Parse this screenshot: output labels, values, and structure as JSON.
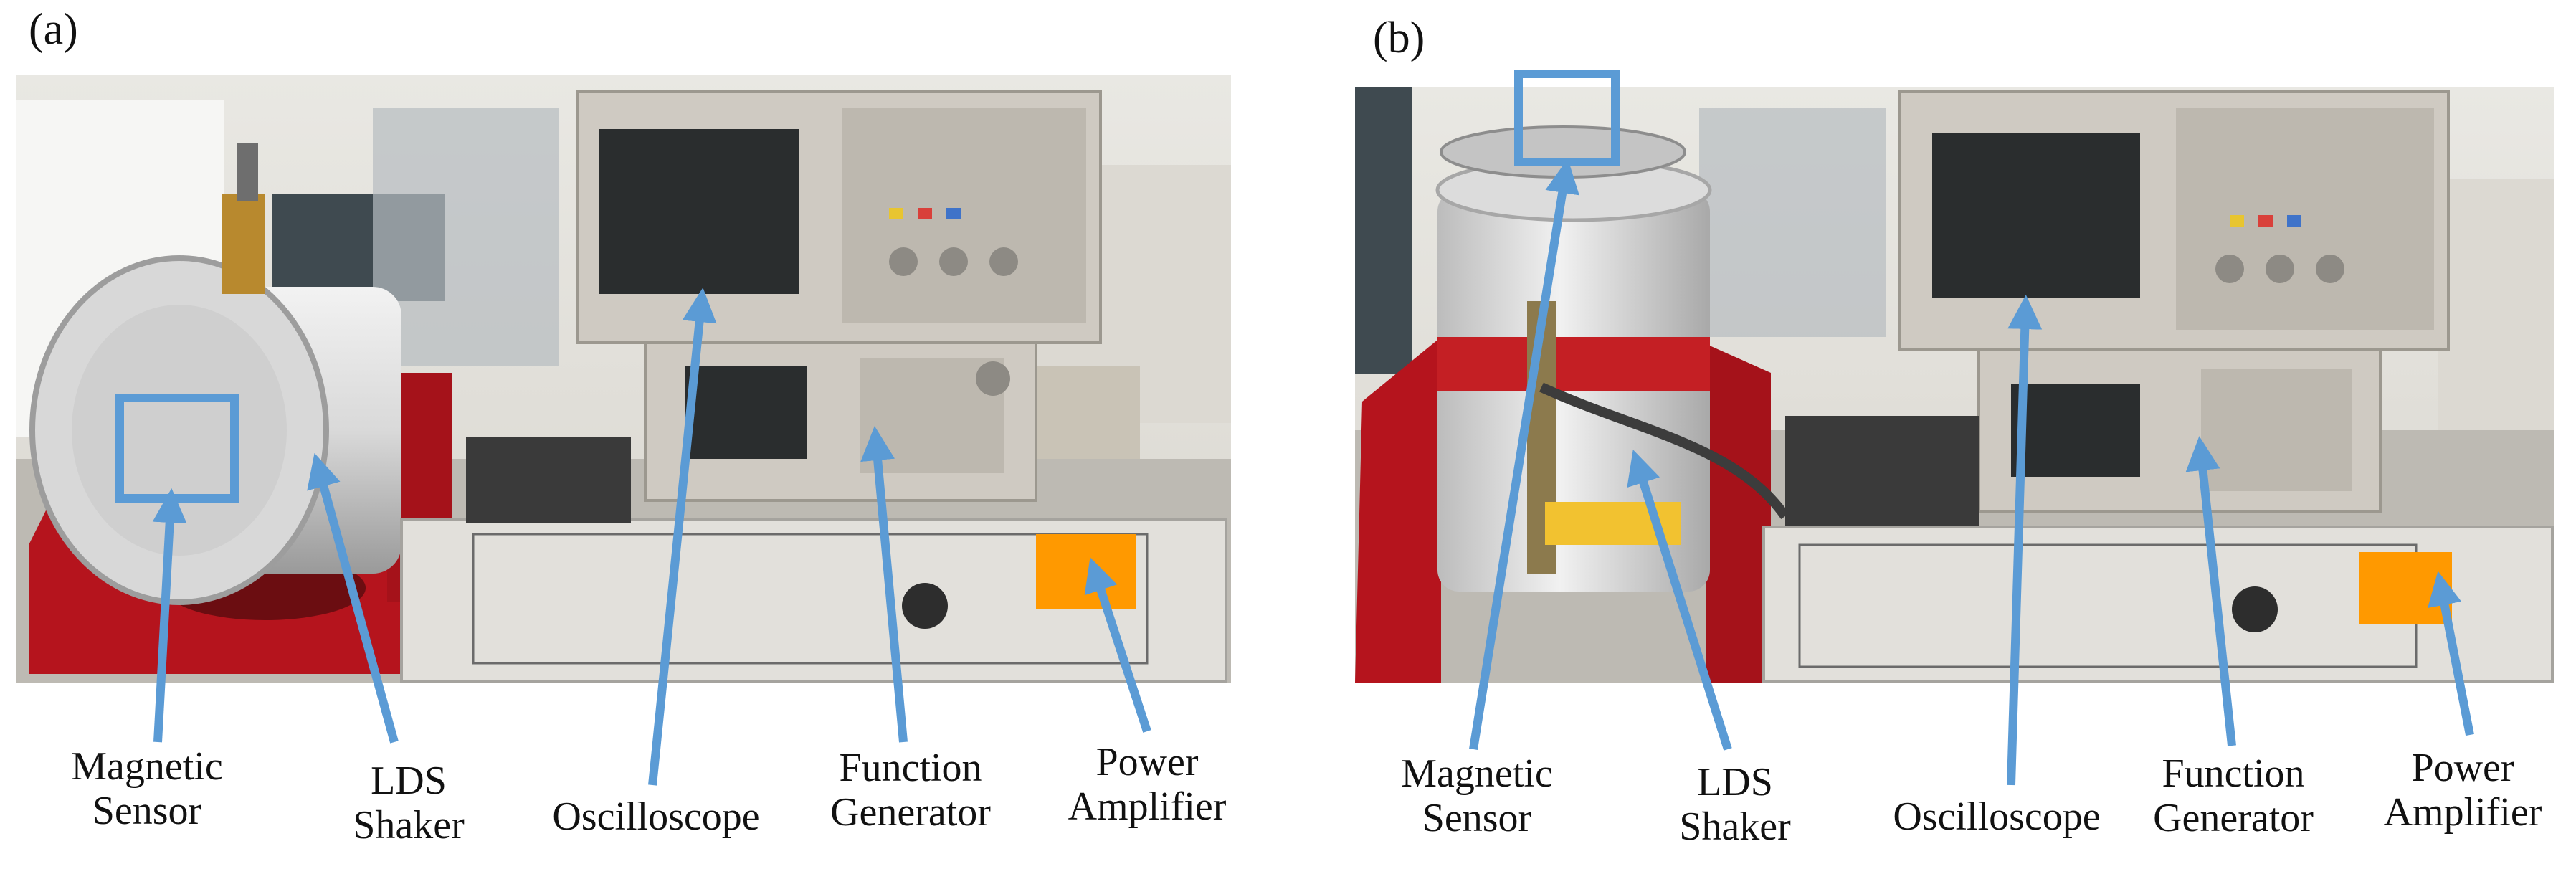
{
  "panels": [
    {
      "letter": "(a)",
      "labels": [
        {
          "lines": [
            "Magnetic",
            "Sensor"
          ]
        },
        {
          "lines": [
            "LDS",
            "Shaker"
          ]
        },
        {
          "lines": [
            "Oscilloscope"
          ]
        },
        {
          "lines": [
            "Function",
            "Generator"
          ]
        },
        {
          "lines": [
            "Power",
            "Amplifier"
          ]
        }
      ]
    },
    {
      "letter": "(b)",
      "labels": [
        {
          "lines": [
            "Magnetic",
            "Sensor"
          ]
        },
        {
          "lines": [
            "LDS",
            "Shaker"
          ]
        },
        {
          "lines": [
            "Oscilloscope"
          ]
        },
        {
          "lines": [
            "Function",
            "Generator"
          ]
        },
        {
          "lines": [
            "Power",
            "Amplifier"
          ]
        }
      ]
    }
  ],
  "colors": {
    "arrow": "#5b9bd5",
    "shaker_red": "#b5141d",
    "shaker_white": "#e6e6e6",
    "instrument_body": "#cfcac2",
    "screen": "#2a2d2e",
    "label_orange": "#ff9900"
  }
}
